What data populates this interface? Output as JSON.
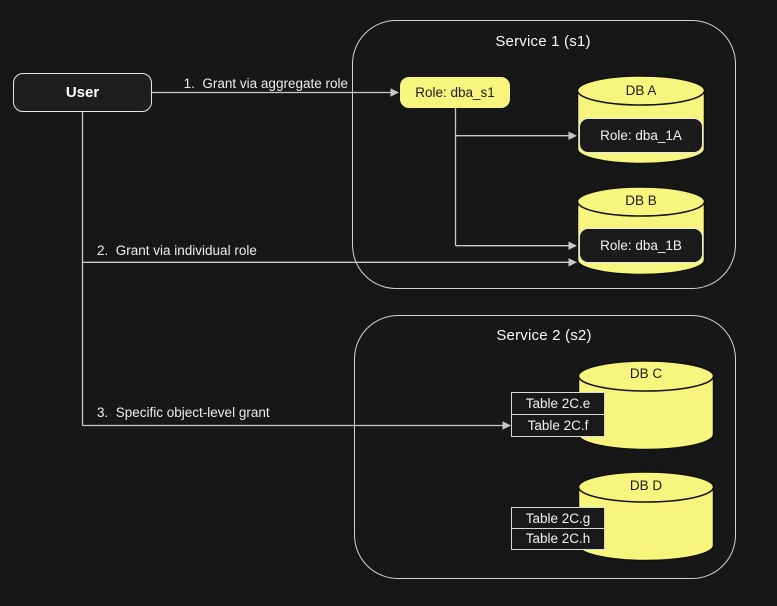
{
  "theme": {
    "bg": "#171717",
    "surface": "#1e1e1e",
    "yellow": "#f7f57e",
    "line": "#c9c9c9",
    "borderlight": "#e8e8e8",
    "textlight": "#f2f2f2",
    "textdark": "#1c1c1c",
    "outlinedark": "#111111"
  },
  "user": {
    "label": "User"
  },
  "edges": [
    {
      "label": "1.  Grant via aggregate role"
    },
    {
      "label": "2.  Grant via individual role"
    },
    {
      "label": "3.  Specific object-level grant"
    }
  ],
  "service1": {
    "title": "Service 1 (s1)",
    "aggregate_role": {
      "label": "Role: dba_s1"
    },
    "databases": [
      {
        "name": "DB A",
        "role": "Role: dba_1A"
      },
      {
        "name": "DB B",
        "role": "Role: dba_1B"
      }
    ]
  },
  "service2": {
    "title": "Service 2 (s2)",
    "databases": [
      {
        "name": "DB C",
        "tables": [
          "Table 2C.e",
          "Table 2C.f"
        ]
      },
      {
        "name": "DB D",
        "tables": [
          "Table 2C.g",
          "Table 2C.h"
        ]
      }
    ]
  }
}
